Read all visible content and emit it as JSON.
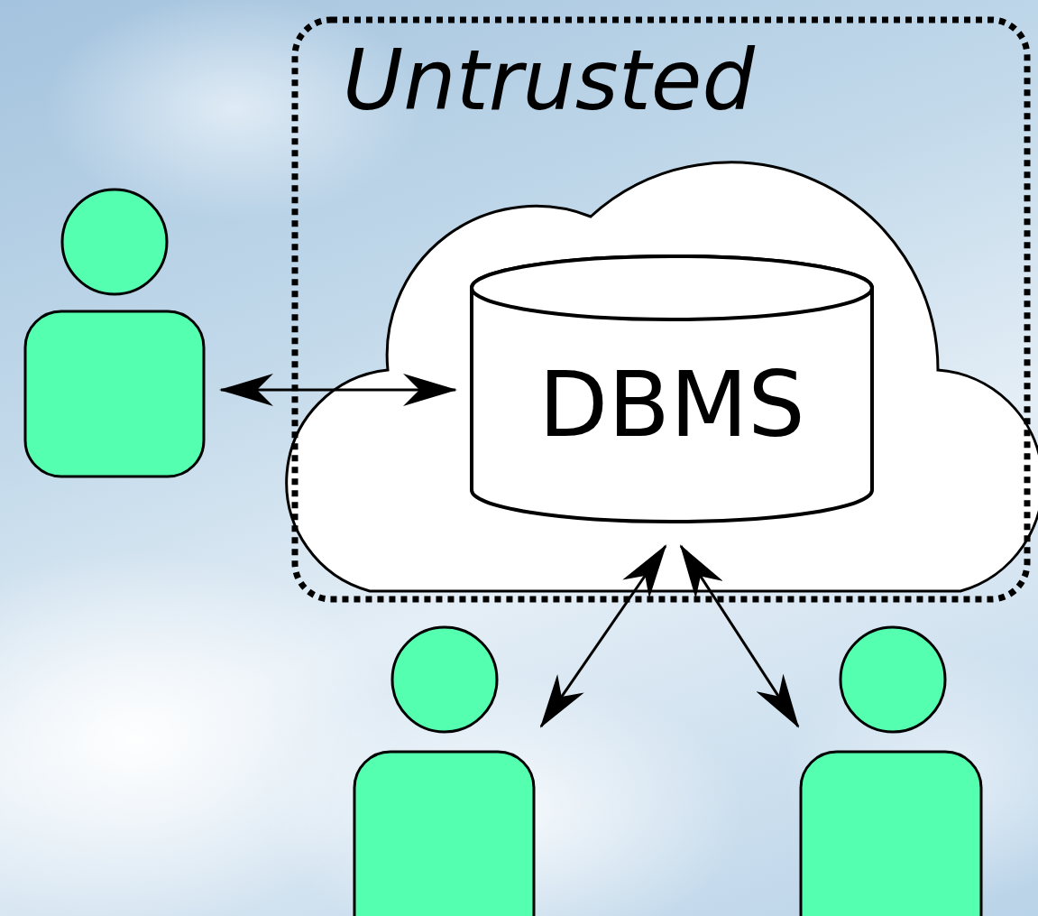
{
  "diagram": {
    "nodes": [
      {
        "text": [
          "Untrusted"
        ]
      },
      {
        "text": [
          "DBMS"
        ],
        "in": 0
      }
    ]
  }
}
